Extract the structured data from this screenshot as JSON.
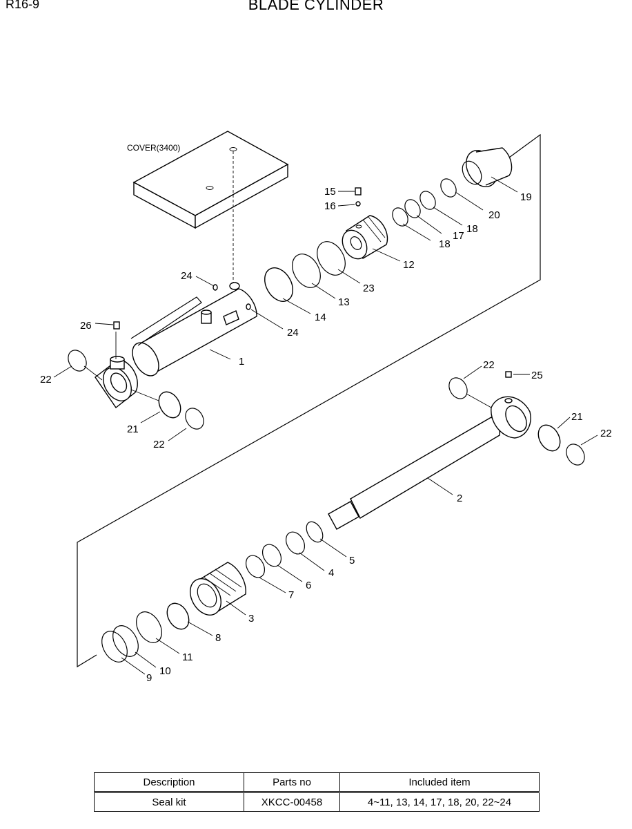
{
  "header": {
    "page_code": "R16-9",
    "title": "BLADE CYLINDER"
  },
  "diagram": {
    "cover_label": "COVER(3400)",
    "callouts": {
      "p1": "1",
      "p2": "2",
      "p3": "3",
      "p4": "4",
      "p5": "5",
      "p6": "6",
      "p7": "7",
      "p8": "8",
      "p9": "9",
      "p10": "10",
      "p11": "11",
      "p12": "12",
      "p13": "13",
      "p14": "14",
      "p15": "15",
      "p16": "16",
      "p17": "17",
      "p18a": "18",
      "p18b": "18",
      "p19": "19",
      "p20": "20",
      "p21a": "21",
      "p21b": "21",
      "p22a": "22",
      "p22b": "22",
      "p22c": "22",
      "p22d": "22",
      "p23": "23",
      "p24a": "24",
      "p24b": "24",
      "p25": "25",
      "p26": "26"
    }
  },
  "seal_table": {
    "headers": [
      "Description",
      "Parts no",
      "Included item"
    ],
    "rows": [
      [
        "Seal kit",
        "XKCC-00458",
        "4~11, 13, 14, 17, 18, 20, 22~24"
      ]
    ]
  }
}
